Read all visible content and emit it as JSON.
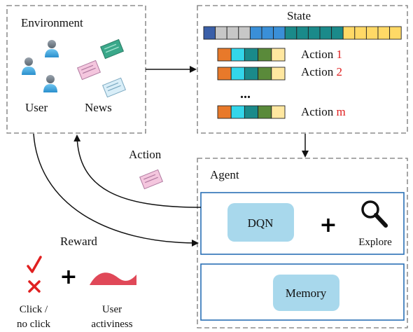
{
  "environment": {
    "title": "Environment",
    "user_label": "User",
    "news_label": "News"
  },
  "state_panel": {
    "title": "State",
    "state_colors": [
      "#3a5fa8",
      "#c7c7c7",
      "#c7c7c7",
      "#c7c7c7",
      "#3a8fd8",
      "#3a8fd8",
      "#3a8fd8",
      "#1a8a8a",
      "#1a8a8a",
      "#1a8a8a",
      "#1a8a8a",
      "#1a8a8a",
      "#ffd966",
      "#ffd966",
      "#ffd966",
      "#ffd966",
      "#ffd966"
    ],
    "action_colors": [
      "#e8792a",
      "#33d6ea",
      "#1a8a8a",
      "#5a8a3a",
      "#ffe7a0"
    ],
    "actions": [
      {
        "prefix": "Action",
        "suffix": "1"
      },
      {
        "prefix": "Action",
        "suffix": "2"
      },
      {
        "prefix": "Action",
        "suffix": "m"
      }
    ],
    "ellipsis": "..."
  },
  "action_label": "Action",
  "agent": {
    "title": "Agent",
    "dqn_label": "DQN",
    "plus": "+",
    "explore_label": "Explore",
    "memory_label": "Memory"
  },
  "reward": {
    "title": "Reward",
    "plus": "+",
    "click_label_line1": "Click /",
    "click_label_line2": "no click",
    "activiness_line1": "User",
    "activiness_line2": "activiness"
  },
  "colors": {
    "blue_box_border": "#2a6fb5",
    "blue_box_fill": "#a8d8ec",
    "highlight_red": "#e02020",
    "reward_wave": "#e04858"
  }
}
